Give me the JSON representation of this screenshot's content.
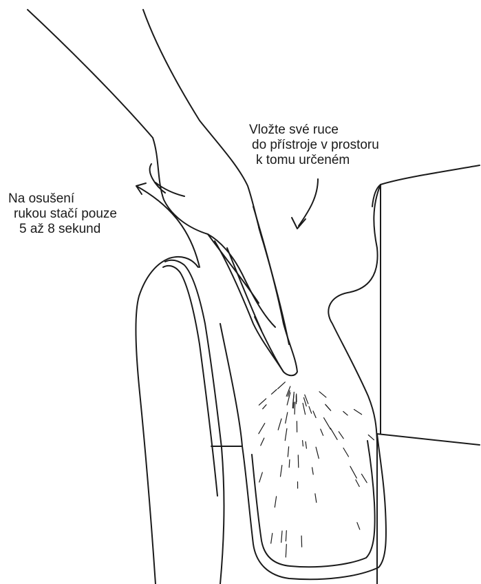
{
  "annotations": {
    "insert_hands": {
      "lines": [
        "Vložte své ruce",
        "do přístroje v prostoru",
        "k tomu určeném"
      ]
    },
    "drying_time": {
      "lines": [
        "Na osušení",
        "rukou stačí pouze",
        "5 až 8 sekund"
      ]
    }
  },
  "colors": {
    "stroke": "#1a1a1a",
    "background": "#ffffff"
  }
}
